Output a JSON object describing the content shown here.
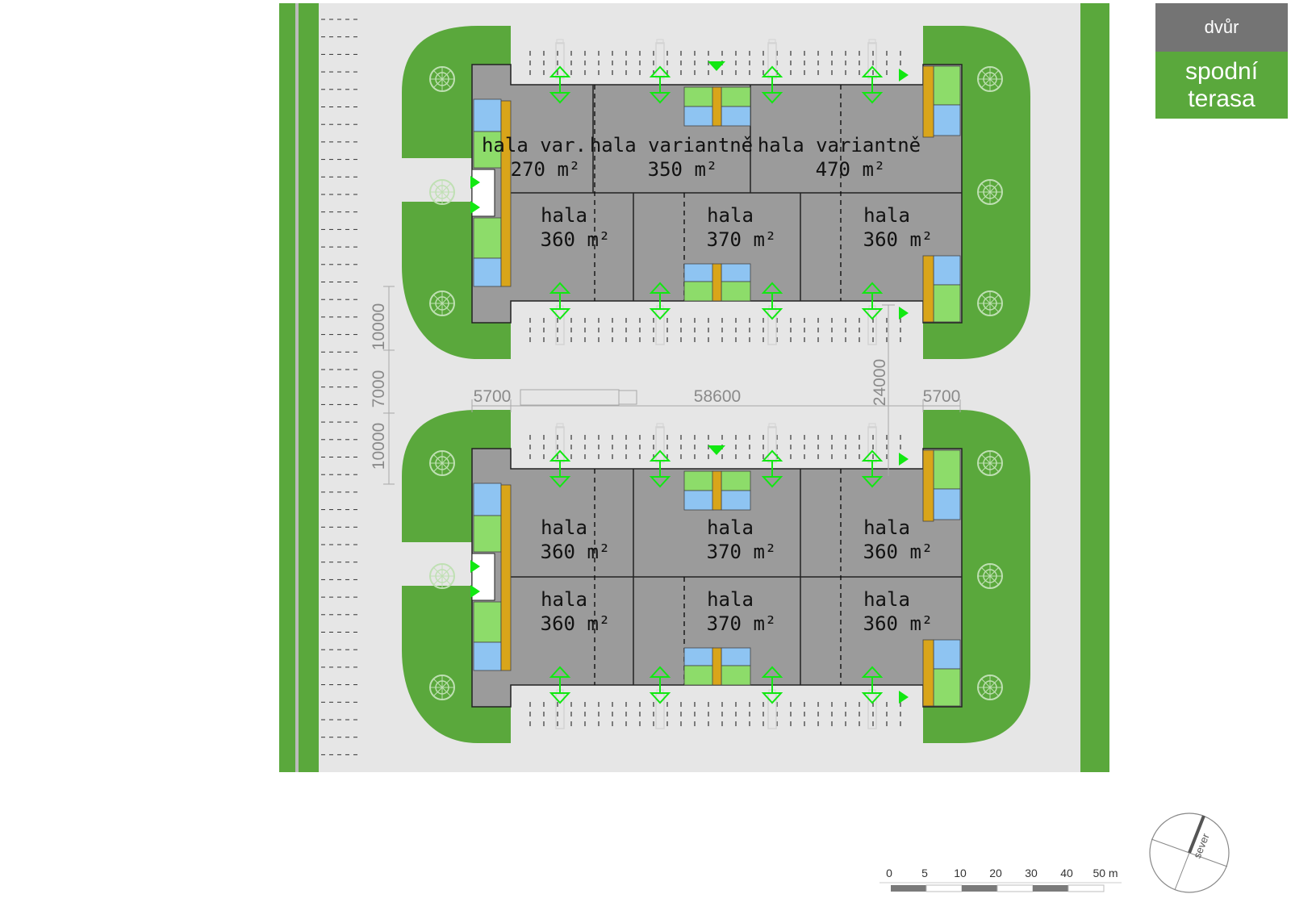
{
  "legend": {
    "top_label": "dvůr",
    "bottom_line1": "spodní",
    "bottom_line2": "terasa"
  },
  "colors": {
    "green": "#5aa83c",
    "hall": "#9b9b9b",
    "yard": "#e6e6e6",
    "road": "#d6d6d6",
    "office_green": "#8ddc6a",
    "office_blue": "#8ec4f2",
    "stair": "#d9a51a",
    "arrow": "#11e811"
  },
  "halls": {
    "top_row1": [
      {
        "name": "hala var.",
        "area": "270 m²"
      },
      {
        "name": "hala variantně",
        "area": "350 m²"
      },
      {
        "name": "hala variantně",
        "area": "470 m²"
      }
    ],
    "top_row2": [
      {
        "name": "hala",
        "area": "360 m²"
      },
      {
        "name": "hala",
        "area": "370 m²"
      },
      {
        "name": "hala",
        "area": "360 m²"
      }
    ],
    "bottom_row1": [
      {
        "name": "hala",
        "area": "360 m²"
      },
      {
        "name": "hala",
        "area": "370 m²"
      },
      {
        "name": "hala",
        "area": "360 m²"
      }
    ],
    "bottom_row2": [
      {
        "name": "hala",
        "area": "360 m²"
      },
      {
        "name": "hala",
        "area": "370 m²"
      },
      {
        "name": "hala",
        "area": "360 m²"
      }
    ]
  },
  "dimensions": {
    "left_gap": "5700",
    "middle": "58600",
    "right_gap": "5700",
    "vertical_span": "24000",
    "v_top": "10000",
    "v_mid": "7000",
    "v_bottom": "10000"
  },
  "scale": {
    "ticks": [
      "0",
      "5",
      "10",
      "20",
      "30",
      "40",
      "50 m"
    ]
  },
  "north": {
    "label": "sever"
  }
}
